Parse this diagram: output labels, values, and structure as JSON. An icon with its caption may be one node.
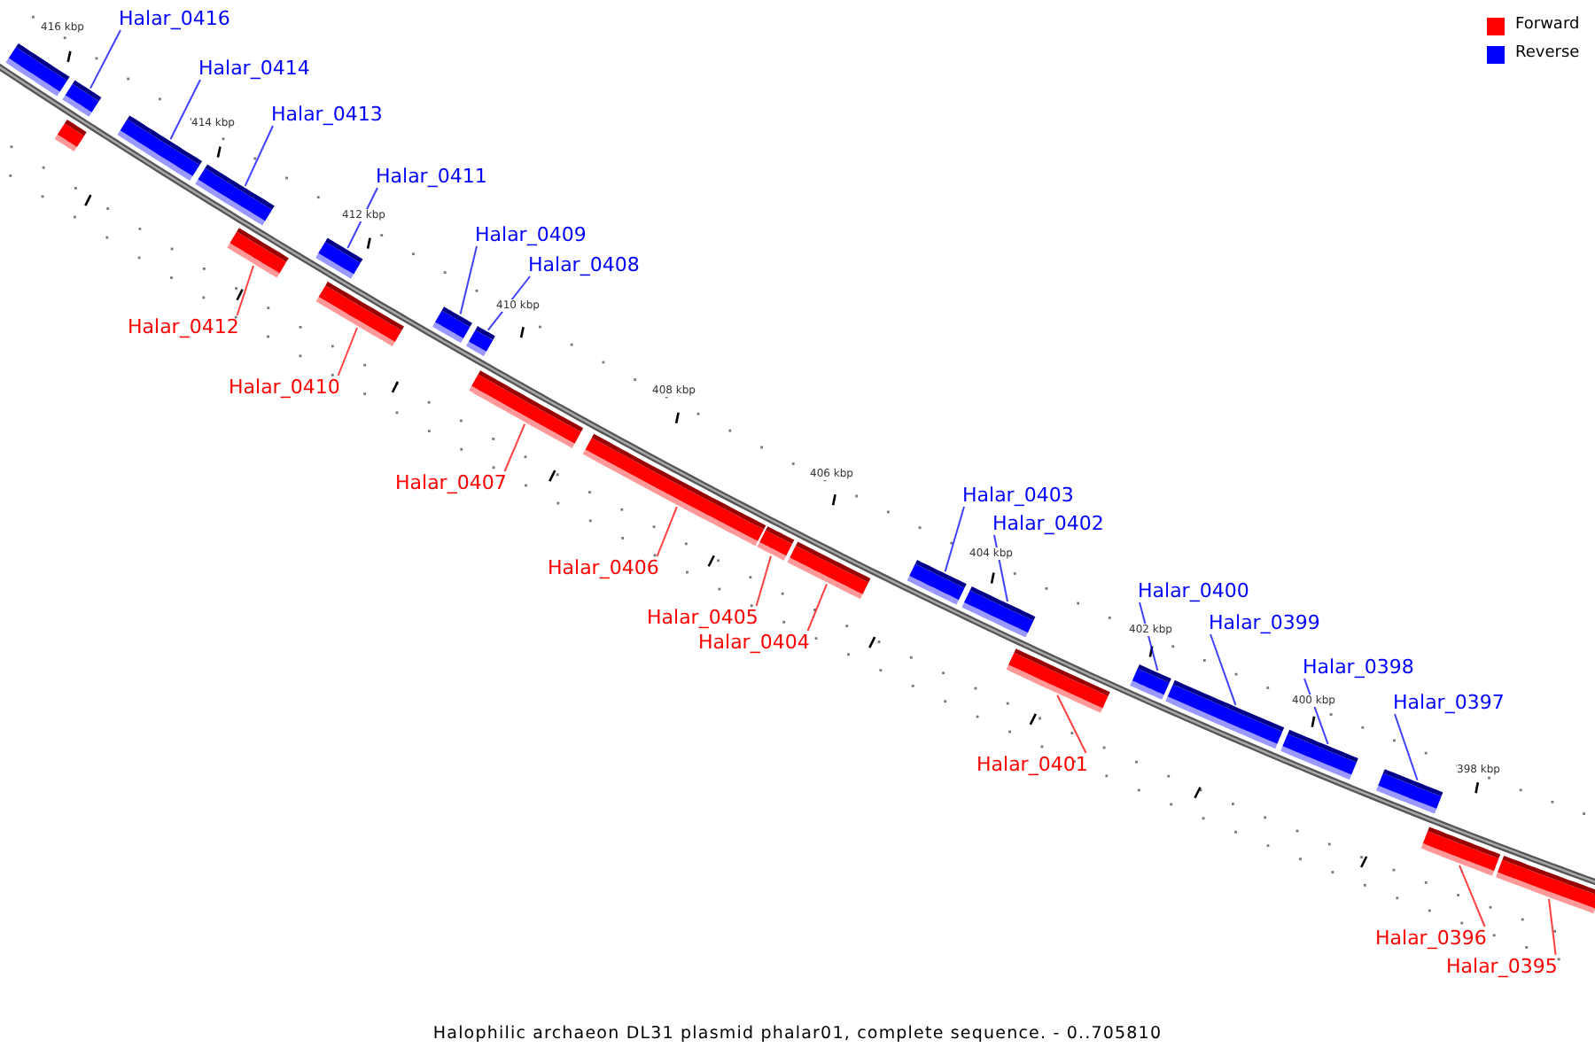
{
  "diagram": {
    "caption": "Halophilic archaeon DL31 plasmid phalar01, complete sequence. - 0..705810",
    "nodes": [
      {
        "text": [],
        "shape": "bar"
      },
      {
        "text": [
          "Halar_0416"
        ]
      },
      {
        "text": [],
        "shape": "bar"
      },
      {
        "text": [],
        "shape": "bar"
      },
      {
        "text": [
          "Halar_0414"
        ]
      },
      {
        "text": [],
        "shape": "bar"
      },
      {
        "text": [
          "Halar_0413"
        ]
      },
      {
        "text": [],
        "shape": "bar"
      },
      {
        "text": [
          "Halar_0412"
        ]
      },
      {
        "text": [],
        "shape": "bar"
      },
      {
        "text": [
          "Halar_0411"
        ]
      },
      {
        "text": [],
        "shape": "bar"
      },
      {
        "text": [
          "Halar_0410"
        ]
      },
      {
        "text": [],
        "shape": "bar"
      },
      {
        "text": [
          "Halar_0409"
        ]
      },
      {
        "text": [],
        "shape": "bar"
      },
      {
        "text": [
          "Halar_0408"
        ]
      },
      {
        "text": [],
        "shape": "bar"
      },
      {
        "text": [
          "Halar_0407"
        ]
      },
      {
        "text": [],
        "shape": "bar"
      },
      {
        "text": [
          "Halar_0406"
        ]
      },
      {
        "text": [],
        "shape": "bar"
      },
      {
        "text": [
          "Halar_0405"
        ]
      },
      {
        "text": [],
        "shape": "bar"
      },
      {
        "text": [
          "Halar_0404"
        ]
      },
      {
        "text": [],
        "shape": "bar"
      },
      {
        "text": [
          "Halar_0403"
        ]
      },
      {
        "text": [],
        "shape": "bar"
      },
      {
        "text": [
          "Halar_0402"
        ]
      },
      {
        "text": [],
        "shape": "bar"
      },
      {
        "text": [
          "Halar_0401"
        ]
      },
      {
        "text": [],
        "shape": "bar"
      },
      {
        "text": [
          "Halar_0400"
        ]
      },
      {
        "text": [],
        "shape": "bar"
      },
      {
        "text": [
          "Halar_0399"
        ]
      },
      {
        "text": [],
        "shape": "bar"
      },
      {
        "text": [
          "Halar_0398"
        ]
      },
      {
        "text": [],
        "shape": "bar"
      },
      {
        "text": [
          "Halar_0397"
        ]
      },
      {
        "text": [],
        "shape": "bar"
      },
      {
        "text": [
          "Halar_0396"
        ]
      },
      {
        "text": [],
        "shape": "bar"
      },
      {
        "text": [
          "Halar_0395"
        ]
      },
      {
        "text": [],
        "shape": "bar"
      }
    ],
    "edges": [
      {
        "from": 1,
        "to": 2,
        "arrow": "none"
      },
      {
        "from": 4,
        "to": 5,
        "arrow": "none"
      },
      {
        "from": 6,
        "to": 7,
        "arrow": "none"
      },
      {
        "from": 8,
        "to": 9,
        "arrow": "none",
        "color": "#ff0000"
      },
      {
        "from": 10,
        "to": 11,
        "arrow": "none"
      },
      {
        "from": 12,
        "to": 13,
        "arrow": "none",
        "color": "#ff0000"
      },
      {
        "from": 14,
        "to": 15,
        "arrow": "none"
      },
      {
        "from": 16,
        "to": 17,
        "arrow": "none"
      },
      {
        "from": 18,
        "to": 19,
        "arrow": "none",
        "color": "#ff0000"
      },
      {
        "from": 20,
        "to": 21,
        "arrow": "none",
        "color": "#ff0000"
      },
      {
        "from": 22,
        "to": 23,
        "arrow": "none",
        "color": "#ff0000"
      },
      {
        "from": 24,
        "to": 25,
        "arrow": "none",
        "color": "#ff0000"
      },
      {
        "from": 26,
        "to": 27,
        "arrow": "none"
      },
      {
        "from": 28,
        "to": 29,
        "arrow": "none"
      },
      {
        "from": 30,
        "to": 31,
        "arrow": "none",
        "color": "#ff0000"
      },
      {
        "from": 32,
        "to": 33,
        "arrow": "none"
      },
      {
        "from": 34,
        "to": 35,
        "arrow": "none"
      },
      {
        "from": 36,
        "to": 37,
        "arrow": "none"
      },
      {
        "from": 38,
        "to": 39,
        "arrow": "none"
      },
      {
        "from": 40,
        "to": 41,
        "arrow": "none",
        "color": "#ff0000"
      },
      {
        "from": 42,
        "to": 43,
        "arrow": "none",
        "color": "#ff0000"
      }
    ],
    "labels": [
      "416 kbp",
      "414 kbp",
      "412 kbp",
      "410 kbp",
      "408 kbp",
      "406 kbp",
      "404 kbp",
      "402 kbp",
      "400 kbp",
      "398 kbp"
    ],
    "legend": [
      {
        "text": "Forward",
        "color": "#ff0000"
      },
      {
        "text": "Reverse",
        "color": "#0000ff"
      }
    ]
  }
}
